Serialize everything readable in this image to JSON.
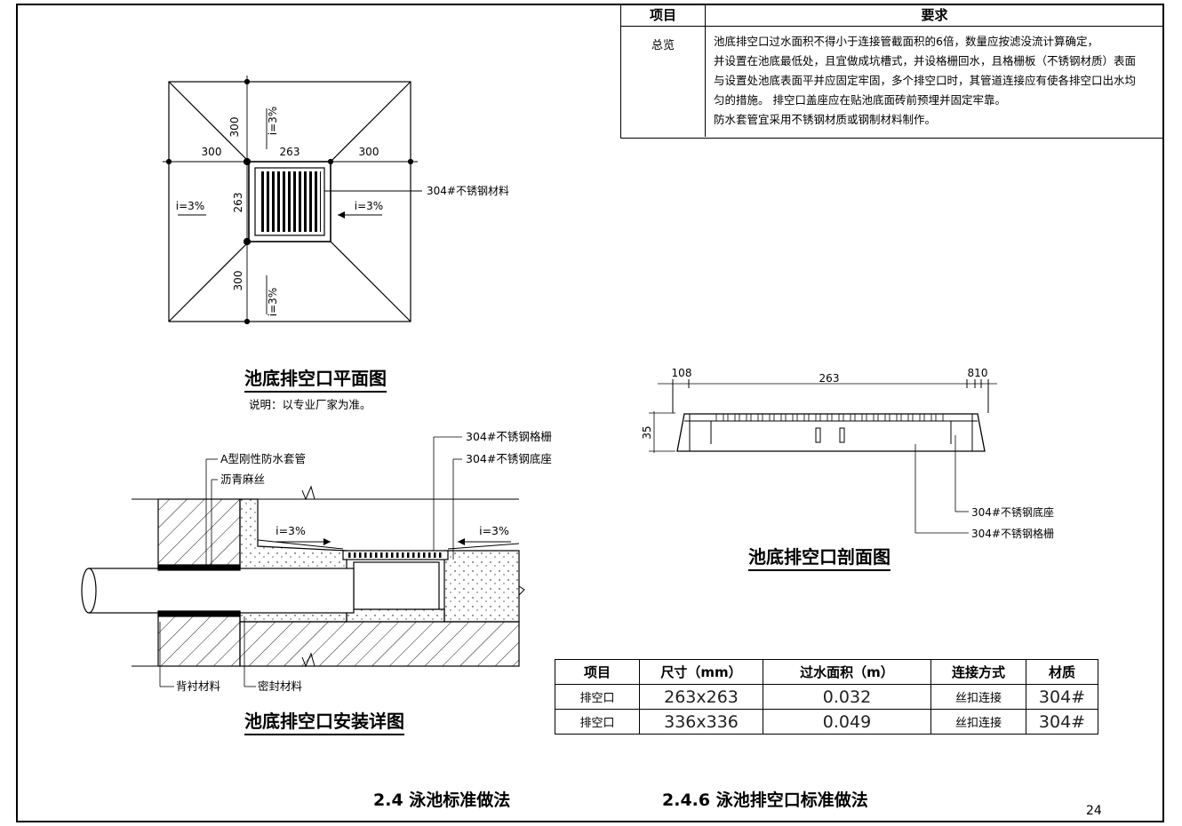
{
  "requirements": {
    "header_item": "项目",
    "header_req": "要求",
    "row_label": "总览",
    "lines": [
      "池底排空口过水面积不得小于连接管截面积的6倍，数量应按滤没流计算确定，",
      "并设置在池底最低处，且宜做成坑槽式，并设格栅回水，且格栅板（不锈钢材质）表面",
      "与设置处池底表面平并应固定牢固，多个排空口时，其管道连接应有使各排空口出水均",
      "匀的措施。 排空口盖座应在贴池底面砖前预埋并固定牢靠。",
      "防水套管宜采用不锈钢材质或钢制材料制作。"
    ]
  },
  "plan": {
    "dims": {
      "d300_top": "300",
      "d300_left": "300",
      "d263_top": "263",
      "d300_right": "300",
      "d263_left": "263",
      "d300_bottom": "300"
    },
    "slopes": {
      "top": "i=3%",
      "left": "i=3%",
      "right": "i=3%",
      "bottom": "i=3%"
    },
    "material": "304#不锈钢材料",
    "title": "池底排空口平面图",
    "note": "说明：以专业厂家为准。"
  },
  "section": {
    "dims": {
      "left": "108",
      "mid": "263",
      "right": "810",
      "height": "35"
    },
    "labels": {
      "base": "304#不锈钢底座",
      "grate": "304#不锈钢格栅"
    },
    "title": "池底排空口剖面图"
  },
  "install": {
    "labels": {
      "grate": "304#不锈钢格栅",
      "base": "304#不锈钢底座",
      "sleeve": "A型刚性防水套管",
      "hemp": "沥青麻丝",
      "slope_left": "i=3%",
      "slope_right": "i=3%",
      "backing": "背衬材料",
      "sealant": "密封材料"
    },
    "title": "池底排空口安装详图"
  },
  "spec_table": {
    "headers": [
      "项目",
      "尺寸（mm）",
      "过水面积（m）",
      "连接方式",
      "材质"
    ],
    "rows": [
      [
        "排空口",
        "263x263",
        "0.032",
        "丝扣连接",
        "304#"
      ],
      [
        "排空口",
        "336x336",
        "0.049",
        "丝扣连接",
        "304#"
      ]
    ]
  },
  "footer": {
    "section": "2.4 泳池标准做法",
    "subsection": "2.4.6 泳池排空口标准做法",
    "page": "24"
  }
}
